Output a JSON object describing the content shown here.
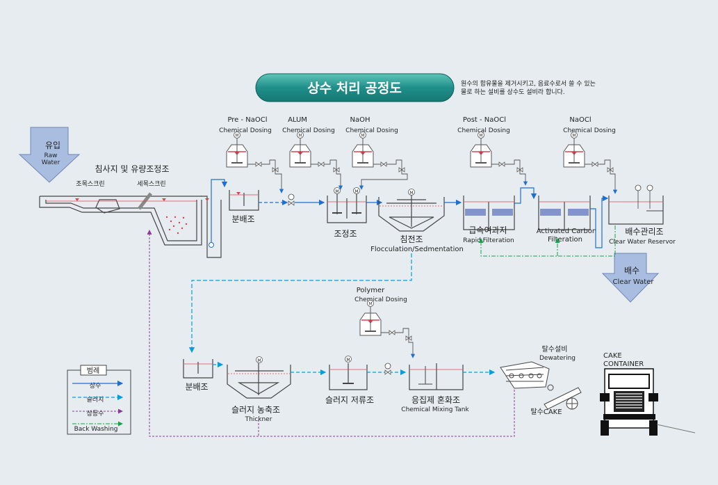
{
  "title": "상수 처리 공정도",
  "description": [
    "원수의 함유물을 제거시키고, 음료수로서 쓸 수 있는",
    "물로 하는 설비를 상수도 설비라 합니다."
  ],
  "raw_water": {
    "ko": "유입",
    "en1": "Raw",
    "en2": "Water"
  },
  "clear_water": {
    "ko": "배수",
    "en": "Clear Water"
  },
  "grit_chamber": "침사지 및 유량조정조",
  "coarse_screen": "조목스크린",
  "fine_screen": "세목스크린",
  "dosing": [
    {
      "name": "Pre - NaOCl",
      "sub": "Chemical Dosing"
    },
    {
      "name": "ALUM",
      "sub": "Chemical Dosing"
    },
    {
      "name": "NaOH",
      "sub": "Chemical Dosing"
    },
    {
      "name": "Post - NaOCl",
      "sub": "Chemical Dosing"
    },
    {
      "name": "NaOCl",
      "sub": "Chemical Dosing"
    }
  ],
  "polymer": {
    "name": "Polymer",
    "sub": "Chemical Dosing"
  },
  "units": {
    "distribution1": "분배조",
    "adjust": "조정조",
    "sedimentation_ko": "침전조",
    "sedimentation_en": "Flocculation/Sedmentation",
    "rapid_ko": "급속여과지",
    "rapid_en": "Rapid Filteration",
    "carbon_en1": "Activated Carbon",
    "carbon_en2": "Filteration",
    "reservoir_ko": "배수관리조",
    "reservoir_en": "Clear Water Reservor",
    "distribution2": "분배조",
    "thickener_ko": "슬러지 농축조",
    "thickener_en": "Thickner",
    "sludge_storage": "슬러지 저류조",
    "mixing_ko": "응집제 혼화조",
    "mixing_en": "Chemical Mixing Tank",
    "dewater_ko": "탈수설비",
    "dewater_en": "Dewatering",
    "cake": "탈수CAKE",
    "container1": "CAKE",
    "container2": "CONTAINER"
  },
  "motor_symbol": "M",
  "legend": {
    "title": "범례",
    "items": [
      {
        "label": "상수",
        "color": "#1e6fd0"
      },
      {
        "label": "슬러지",
        "color": "#00a0e0"
      },
      {
        "label": "상등수",
        "color": "#8a3a9a"
      },
      {
        "label": "Back Washing",
        "color": "#1aa04a"
      }
    ]
  },
  "colors": {
    "water": "#1e6fd0",
    "sludge": "#00a0e0",
    "supernatant": "#8a3a9a",
    "backwash": "#1aa04a",
    "title_bg": "#1f8f8a",
    "arrow_fill": "#a9bde0"
  }
}
